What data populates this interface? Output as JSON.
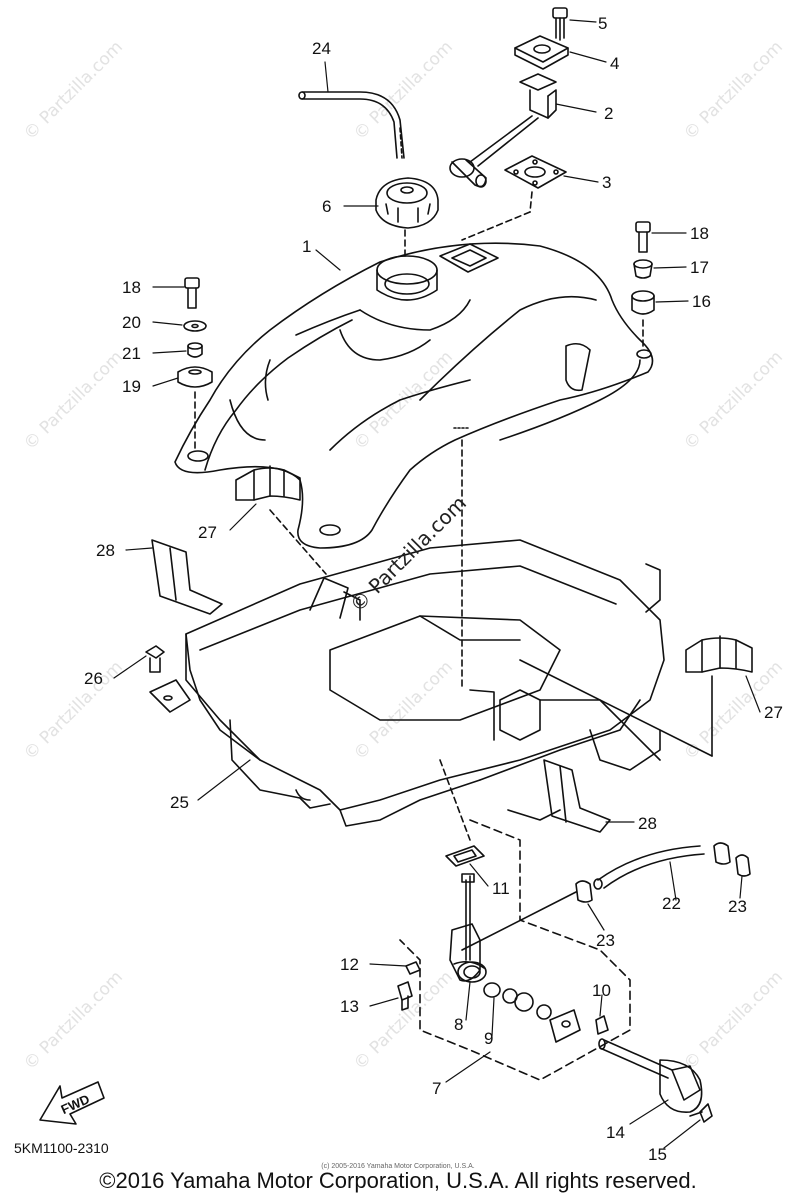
{
  "diagram": {
    "callouts": [
      "24",
      "5",
      "4",
      "2",
      "6",
      "3",
      "1",
      "18",
      "17",
      "16",
      "18",
      "20",
      "21",
      "19",
      "27",
      "28",
      "26",
      "27",
      "25",
      "28",
      "11",
      "22",
      "23",
      "23",
      "12",
      "10",
      "13",
      "8",
      "9",
      "7",
      "14",
      "15"
    ],
    "fwd_label": "FWD",
    "part_code": "5KM1100-2310",
    "watermark": "© Partzilla.com",
    "fine_print": "(c) 2005-2016 Yamaha Motor Corporation, U.S.A.",
    "copyright": "©2016 Yamaha Motor Corporation, U.S.A. All rights reserved."
  }
}
